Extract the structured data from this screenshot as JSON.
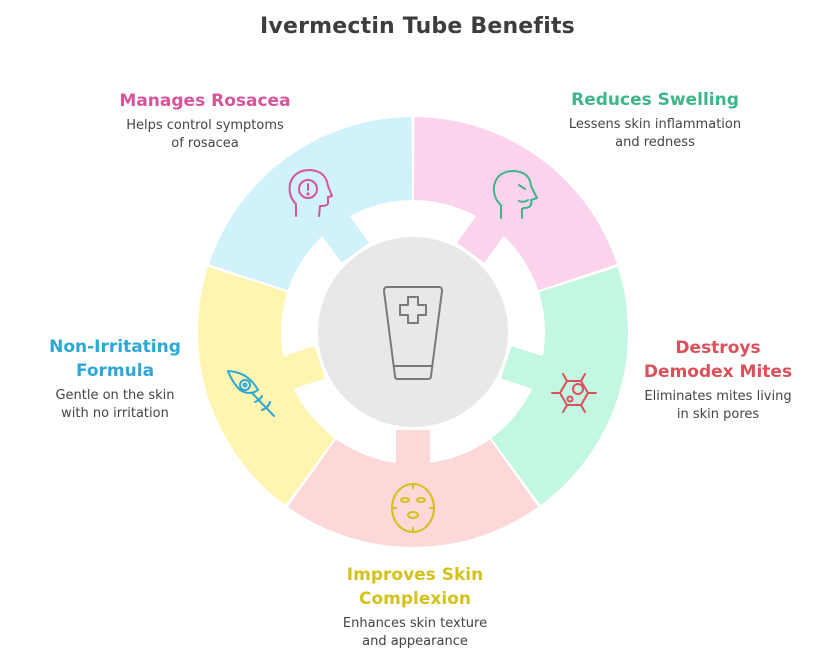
{
  "title": "Ivermectin Tube Benefits",
  "center": {
    "icon": "medicine-tube-icon",
    "fill": "#e8e8e8",
    "stroke": "#7a7a7a"
  },
  "segments": [
    {
      "id": "rosacea",
      "title": "Manages Rosacea",
      "description_line1": "Helps control symptoms",
      "description_line2": "of rosacea",
      "icon": "head-alert-icon",
      "fill": "#fbd3ec",
      "accent": "#d6549c"
    },
    {
      "id": "swelling",
      "title": "Reduces Swelling",
      "description_line1": "Lessens skin inflammation",
      "description_line2": "and redness",
      "icon": "face-profile-icon",
      "fill": "#c3f7e1",
      "accent": "#3fb58a"
    },
    {
      "id": "demodex",
      "title_line1": "Destroys",
      "title_line2": "Demodex Mites",
      "description_line1": "Eliminates mites living",
      "description_line2": "in skin pores",
      "icon": "mite-cell-icon",
      "fill": "#fdd8d8",
      "accent": "#d9515a"
    },
    {
      "id": "complexion",
      "title_line1": "Improves Skin",
      "title_line2": "Complexion",
      "description_line1": "Enhances skin texture",
      "description_line2": "and appearance",
      "icon": "face-mask-icon",
      "fill": "#fff5b0",
      "accent": "#d4c11a"
    },
    {
      "id": "non-irritating",
      "title_line1": "Non-Irritating",
      "title_line2": "Formula",
      "description_line1": "Gentle on the skin",
      "description_line2": "with no irritation",
      "icon": "feather-icon",
      "fill": "#d1f1fb",
      "accent": "#2ea6d6"
    }
  ]
}
